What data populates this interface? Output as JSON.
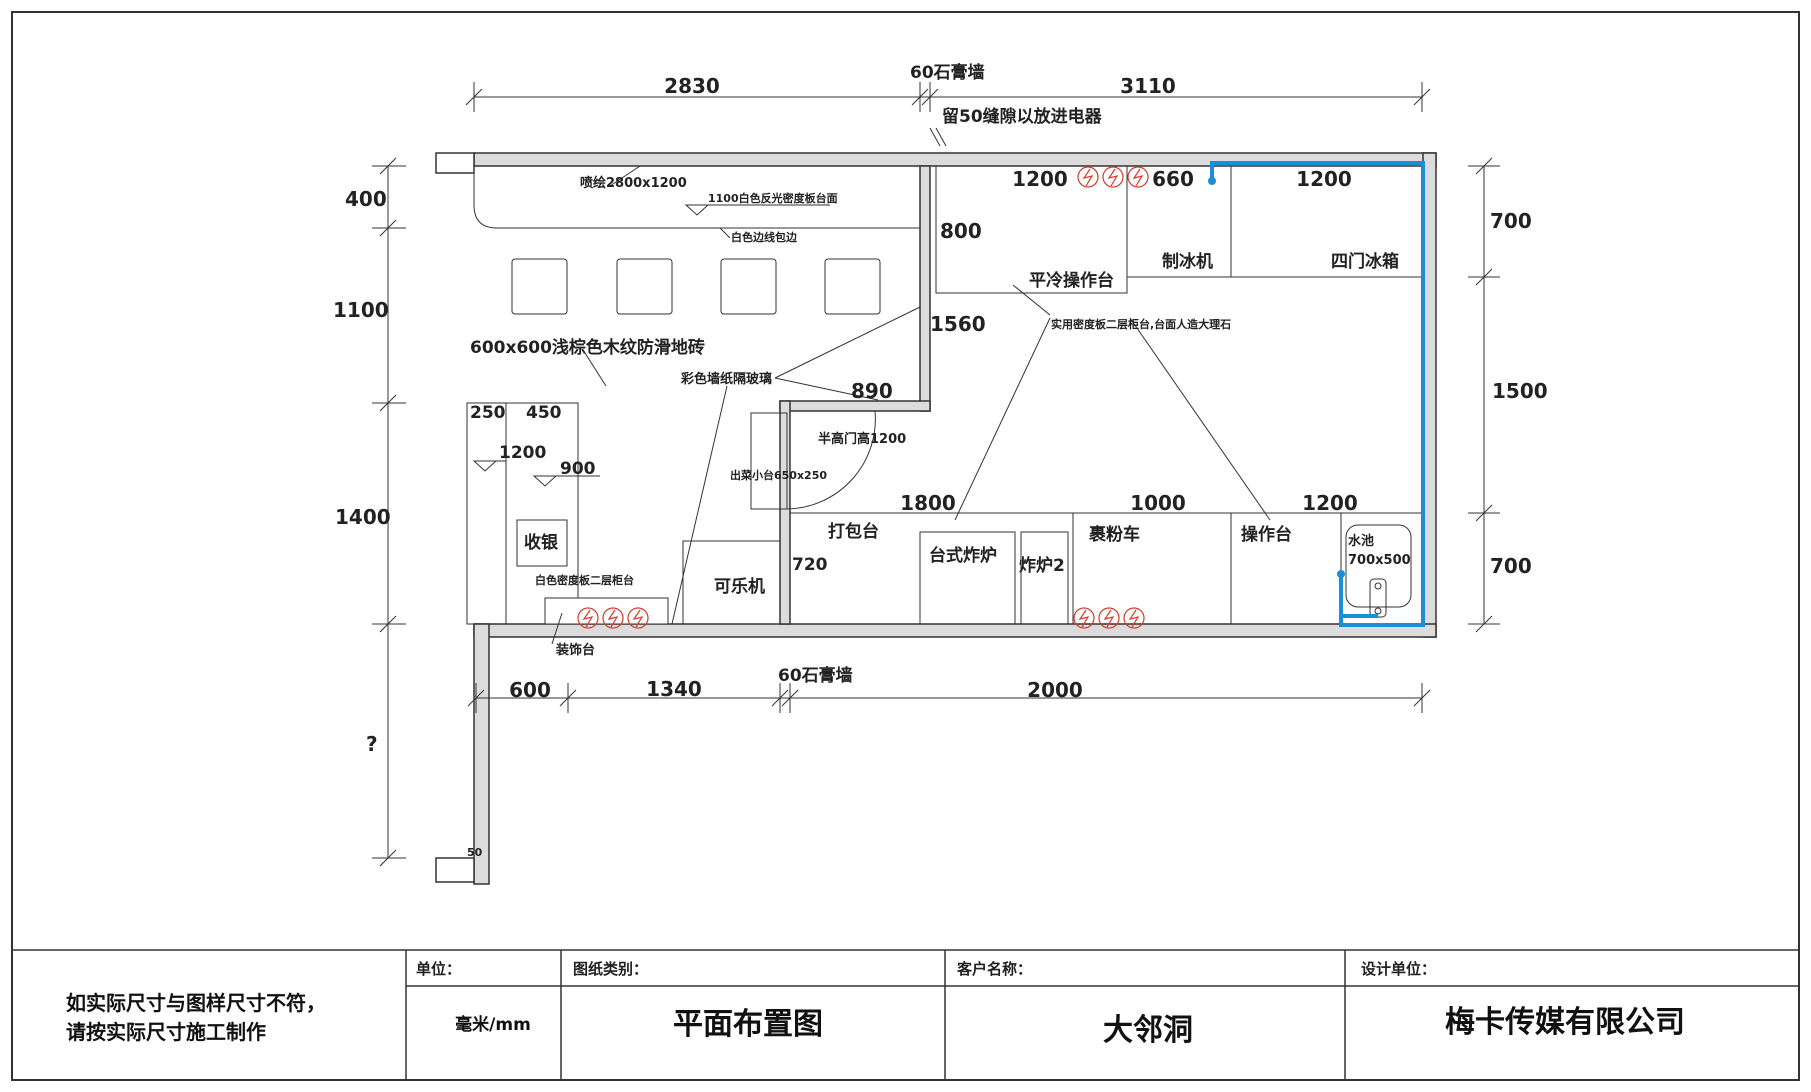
{
  "dimensions": {
    "top_2830": "2830",
    "top_3110": "3110",
    "wall_top": "60石膏墙",
    "gap_note": "留50缝隙以放进电器",
    "left_400": "400",
    "left_1100": "1100",
    "left_1400": "1400",
    "left_unknown": "?",
    "right_700a": "700",
    "right_1500": "1500",
    "right_700b": "700",
    "bottom_600": "600",
    "bottom_1340": "1340",
    "wall_bottom": "60石膏墙",
    "bottom_2000": "2000",
    "d_1200a": "1200",
    "d_660": "660",
    "d_1200b": "1200",
    "d_800": "800",
    "d_1560": "1560",
    "d_890": "890",
    "d_1800": "1800",
    "d_1000": "1000",
    "d_1200c": "1200",
    "d_720": "720",
    "d_250": "250",
    "d_450": "450",
    "d_1200d": "1200",
    "d_900": "900",
    "d_50": "50"
  },
  "labels": {
    "spray": "喷绘2800x1200",
    "counter_top": "1100白色反光密度板台面",
    "edge": "白色边线包边",
    "floor_tile": "600x600浅棕色木纹防滑地砖",
    "glass": "彩色墙纸隔玻璃",
    "half_door": "半高门高1200",
    "serve_table": "出菜小台650x250",
    "cold_table": "平冷操作台",
    "ice_machine": "制冰机",
    "fridge": "四门冰箱",
    "cabinet_note": "实用密度板二层柜台,台面人造大理石",
    "pack_table": "打包台",
    "fryer_table": "台式炸炉",
    "fryer2": "炸炉2",
    "powder_cart": "裹粉车",
    "work_table": "操作台",
    "sink": "水池",
    "sink_size": "700x500",
    "cola": "可乐机",
    "cashier": "收银",
    "white_cabinet": "白色密度板二层柜台",
    "deco_table": "装饰台"
  },
  "title_block": {
    "note_line1": "如实际尺寸与图样尺寸不符，",
    "note_line2": "请按实际尺寸施工制作",
    "unit_label": "单位：",
    "unit_value": "毫米/mm",
    "type_label": "图纸类别：",
    "type_value": "平面布置图",
    "client_label": "客户名称：",
    "client_value": "大邻洞",
    "designer_label": "设计单位：",
    "designer_value": "梅卡传媒有限公司"
  },
  "colors": {
    "wall_fill": "#dcdcdc",
    "line": "#333333",
    "water_pipe": "#1a8fd6",
    "outlet": "#d63a2a"
  }
}
